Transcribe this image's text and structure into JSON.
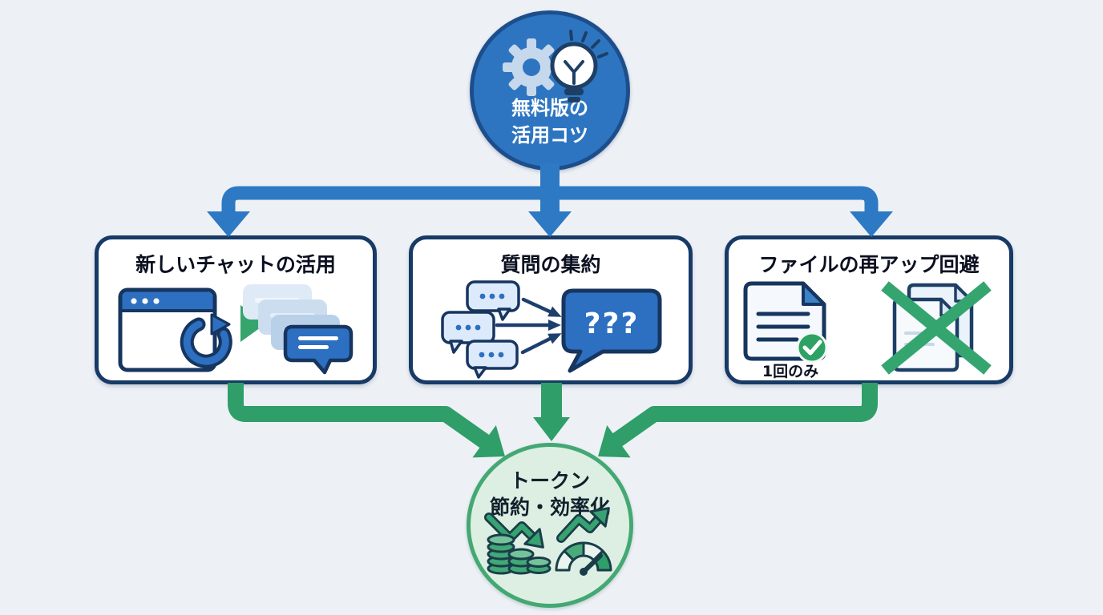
{
  "diagram": {
    "background": "#edf1f6",
    "top_node": {
      "line1": "無料版の",
      "line2": "活用コツ",
      "icon": "gear-lightbulb-icon",
      "fill": "#2e75c1",
      "border": "#1d4e8c"
    },
    "branch_arrow_color": "#2e79c4",
    "merge_arrow_color": "#2f9e68",
    "box_style": {
      "fill": "#ffffff",
      "border": "#173a66"
    },
    "boxes": [
      {
        "title": "新しいチャットの活用",
        "icons": [
          "browser-window-icon",
          "refresh-icon",
          "play-triangle-icon",
          "chat-stack-icon",
          "chat-bubble-icon"
        ]
      },
      {
        "title": "質問の集約",
        "bubble_text": "???",
        "icons": [
          "question-bubbles-icon",
          "converge-arrows-icon",
          "question-mark-bubble-icon"
        ]
      },
      {
        "title": "ファイルの再アップ回避",
        "caption": "1回のみ",
        "icons": [
          "document-check-icon",
          "documents-crossed-icon"
        ]
      }
    ],
    "bottom_node": {
      "line1": "トークン",
      "line2": "節約・効率化",
      "fill": "#ddefe2",
      "border": "#43a873",
      "icons": [
        "trend-down-icon",
        "coins-icon",
        "trend-up-icon",
        "gauge-icon"
      ]
    }
  }
}
